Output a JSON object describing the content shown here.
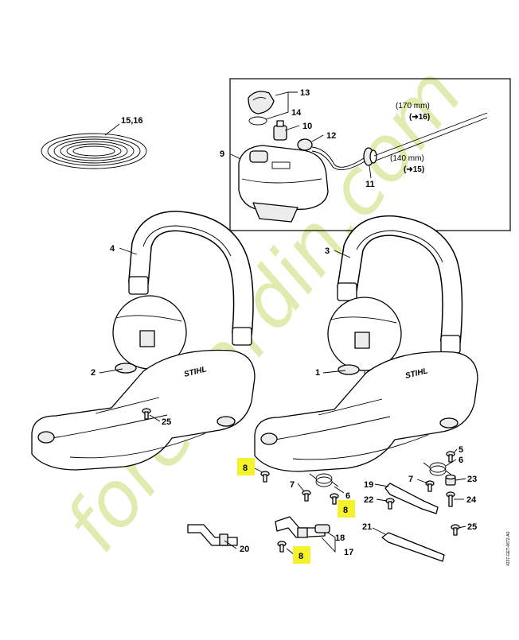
{
  "callouts": {
    "c13": "13",
    "c14": "14",
    "c10": "10",
    "c12": "12",
    "c9": "9",
    "c11": "11",
    "c1516": "15,16",
    "c4": "4",
    "c3": "3",
    "c2": "2",
    "c1": "1",
    "c25a": "25",
    "c8a": "8",
    "c8b": "8",
    "c8c": "8",
    "c7a": "7",
    "c6a": "6",
    "c5": "5",
    "c6b": "6",
    "c23": "23",
    "c7b": "7",
    "c24": "24",
    "c19": "19",
    "c22": "22",
    "c25b": "25",
    "c21": "21",
    "c20": "20",
    "c18": "18",
    "c17": "17"
  },
  "notes": {
    "len170": "(170 mm)",
    "ref16": "(➜16)",
    "len140": "(140 mm)",
    "ref15": "(➜15)"
  },
  "logo": "STIHL",
  "watermark": "foretjardin.com",
  "code": "4237-GET-0672-A0",
  "colors": {
    "highlight": "#f4f22c",
    "watermark": "#c5dc6e",
    "line": "#000000"
  }
}
